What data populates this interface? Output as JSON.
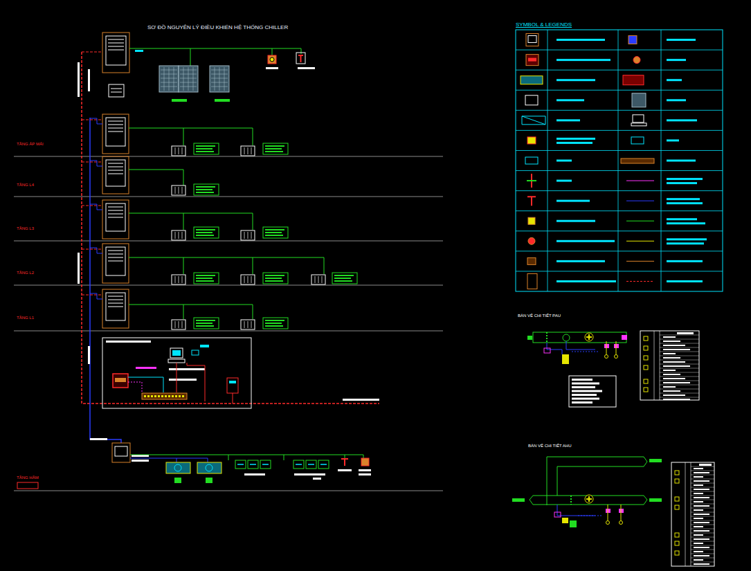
{
  "diagram": {
    "title": "SƠ ĐỒ NGUYÊN LÝ ĐIỀU KHIỂN HỆ THỐNG CHILLER",
    "nodes": [
      {
        "text": [
          "SYMBOL & LEGENDS"
        ]
      }
    ],
    "labels": [
      "TẦNG ÁP MÁI",
      "TẦNG L4",
      "TẦNG L3",
      "TẦNG L2",
      "TẦNG L1",
      "TẦNG HẦM",
      "BẢN VẼ CHI TIẾT PAU",
      "BẢN VẼ CHI TIẾT AHU"
    ]
  }
}
